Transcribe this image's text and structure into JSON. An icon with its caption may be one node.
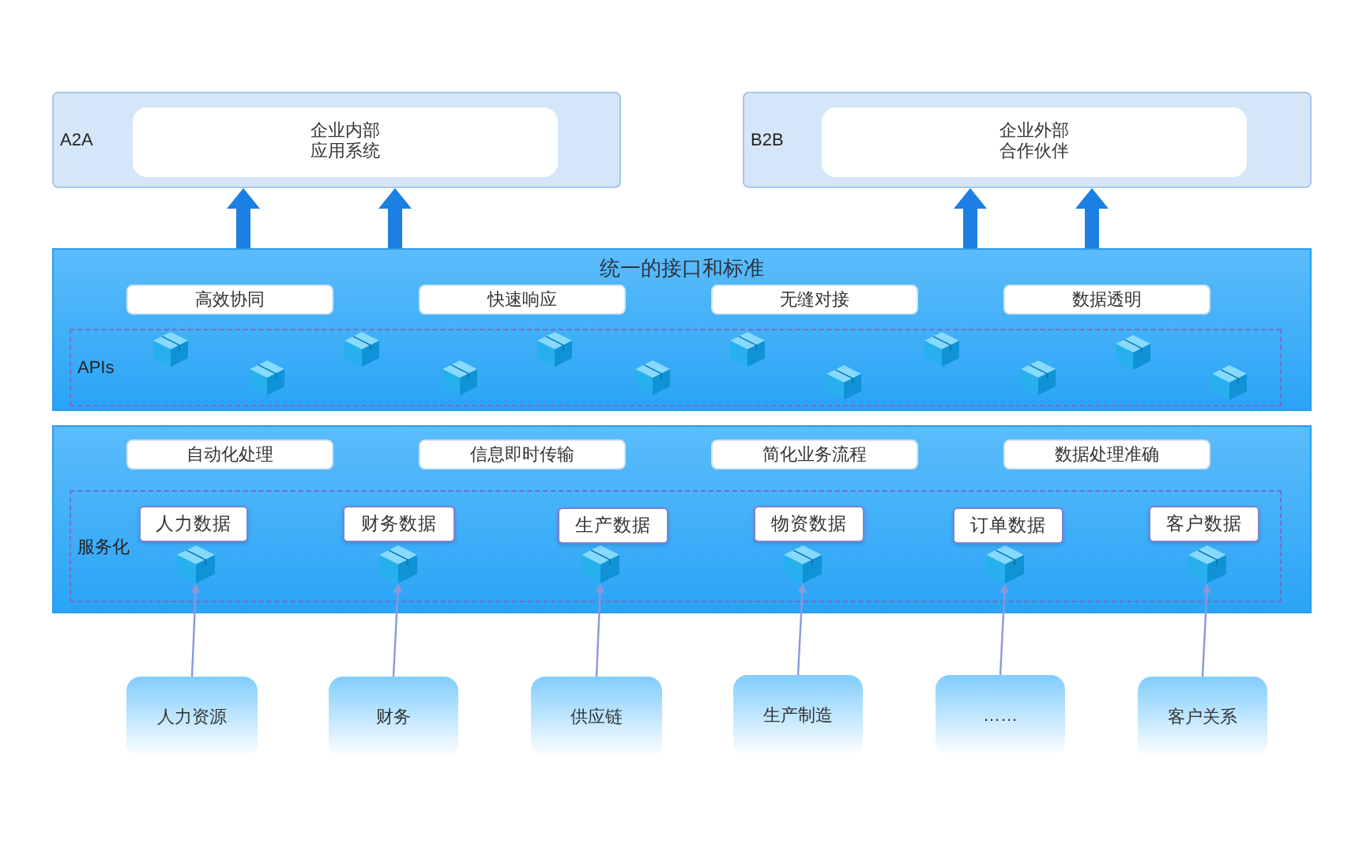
{
  "diagram": {
    "nodes": [
      {
        "text": [
          "A2A"
        ]
      },
      {
        "text": [
          "企业内部应用系统"
        ],
        "in": 0
      },
      {
        "text": [
          "B2B"
        ]
      },
      {
        "text": [
          "企业外部合作伙伴"
        ],
        "in": 2
      },
      {
        "text": [
          "统一的接口和标准"
        ]
      },
      {
        "text": [
          "高效协同"
        ],
        "in": 4
      },
      {
        "text": [
          "快速响应"
        ],
        "in": 4
      },
      {
        "text": [
          "无缝对接"
        ],
        "in": 4
      },
      {
        "text": [
          "数据透明"
        ],
        "in": 4
      },
      {
        "text": [
          "APIs"
        ],
        "in": 4
      },
      {
        "text": [],
        "shape": "box"
      },
      {
        "text": [
          "自动化处理"
        ],
        "in": 10
      },
      {
        "text": [
          "信息即时传输"
        ],
        "in": 10
      },
      {
        "text": [
          "简化业务流程"
        ],
        "in": 10
      },
      {
        "text": [
          "数据处理准确"
        ],
        "in": 10
      },
      {
        "text": [
          "服务化"
        ],
        "in": 10
      },
      {
        "text": [
          "人力数据"
        ],
        "in": 15
      },
      {
        "text": [
          "财务数据"
        ],
        "in": 15
      },
      {
        "text": [
          "生产数据"
        ],
        "in": 15
      },
      {
        "text": [
          "物资数据"
        ],
        "in": 15
      },
      {
        "text": [
          "订单数据"
        ],
        "in": 15
      },
      {
        "text": [
          "客户数据"
        ],
        "in": 15
      },
      {
        "text": [],
        "shape": "cube",
        "in": 15
      },
      {
        "text": [],
        "shape": "cube",
        "in": 15
      },
      {
        "text": [],
        "shape": "cube",
        "in": 15
      },
      {
        "text": [],
        "shape": "cube",
        "in": 15
      },
      {
        "text": [],
        "shape": "cube",
        "in": 15
      },
      {
        "text": [],
        "shape": "cube",
        "in": 15
      },
      {
        "text": [
          "人力资源"
        ]
      },
      {
        "text": [
          "财务"
        ]
      },
      {
        "text": [
          "供应链"
        ]
      },
      {
        "text": [
          "生产制造"
        ]
      },
      {
        "text": [
          "……"
        ]
      },
      {
        "text": [
          "客户关系"
        ]
      }
    ],
    "edges": [
      {
        "from": 4,
        "to": 0,
        "arrow": "to",
        "style": "thick",
        "color": "#1b7fe3"
      },
      {
        "from": 4,
        "to": 0,
        "arrow": "to",
        "style": "thick",
        "color": "#1b7fe3"
      },
      {
        "from": 4,
        "to": 2,
        "arrow": "to",
        "style": "thick",
        "color": "#1b7fe3"
      },
      {
        "from": 4,
        "to": 2,
        "arrow": "to",
        "style": "thick",
        "color": "#1b7fe3"
      },
      {
        "from": 28,
        "to": 22,
        "arrow": "to"
      },
      {
        "from": 29,
        "to": 23,
        "arrow": "to"
      },
      {
        "from": 30,
        "to": 24,
        "arrow": "to"
      },
      {
        "from": 31,
        "to": 25,
        "arrow": "to"
      },
      {
        "from": 32,
        "to": 26,
        "arrow": "to"
      },
      {
        "from": 33,
        "to": 27,
        "arrow": "to"
      }
    ]
  }
}
